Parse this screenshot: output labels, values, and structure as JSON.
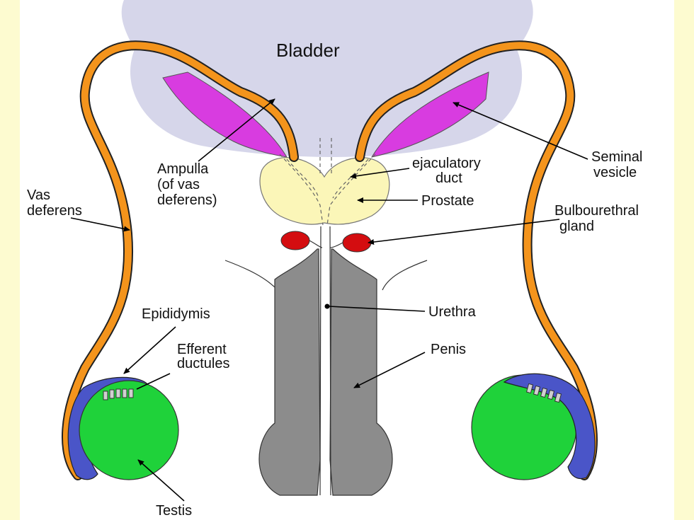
{
  "labels": {
    "bladder": "Bladder",
    "ampulla_1": "Ampulla",
    "ampulla_2": "(of vas",
    "ampulla_3": "deferens)",
    "ejac_1": "ejaculatory",
    "ejac_2": "duct",
    "seminal_1": "Seminal",
    "seminal_2": "vesicle",
    "vas_1": "Vas",
    "vas_2": "deferens",
    "prostate": "Prostate",
    "bulbo_1": "Bulbourethral",
    "bulbo_2": "gland",
    "urethra": "Urethra",
    "penis": "Penis",
    "epididymis": "Epididymis",
    "efferent_1": "Efferent",
    "efferent_2": "ductules",
    "testis": "Testis"
  },
  "colors": {
    "page_background": "#fdfbd0",
    "panel_background": "#ffffff",
    "bladder": "#d6d6ea",
    "vas_deferens": "#f4941c",
    "seminal_vesicle": "#d83ce0",
    "prostate": "#fbf6b8",
    "bulbourethral_gland": "#d40d10",
    "penis": "#8c8c8c",
    "epididymis": "#4a55c8",
    "testis": "#1fd23a"
  }
}
